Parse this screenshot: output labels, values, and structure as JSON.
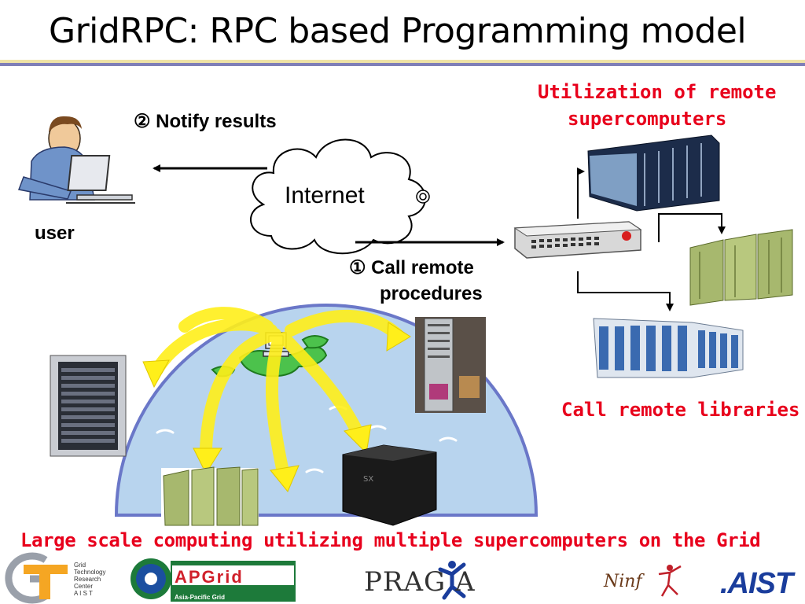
{
  "slide": {
    "title": "GridRPC: RPC based Programming model"
  },
  "diagram": {
    "notify_label": "② Notify results",
    "user_label": "user",
    "internet_label": "Internet",
    "call_label_line1": "① Call remote",
    "call_label_line2": "procedures",
    "util_label_line1": "Utilization of remote",
    "util_label_line2": "supercomputers",
    "libs_label": "Call remote libraries",
    "grid_label": "Large scale computing utilizing multiple supercomputers on the Grid"
  },
  "logos": {
    "gtrc_lines": [
      "Grid",
      "Technology",
      "Research",
      "Center",
      "A I S T"
    ],
    "apgrid_sub": "Asia-Pacific Grid",
    "pragma": "PRAG  A",
    "ninf": "Ninf",
    "aist": ".AIST"
  },
  "colors": {
    "accent_red": "#e8001c",
    "rule_gold": "#efe3a6",
    "rule_blue": "#7f7fb8",
    "globe_blue": "#b8d4ee",
    "arrow_yellow": "#ffef1a"
  }
}
